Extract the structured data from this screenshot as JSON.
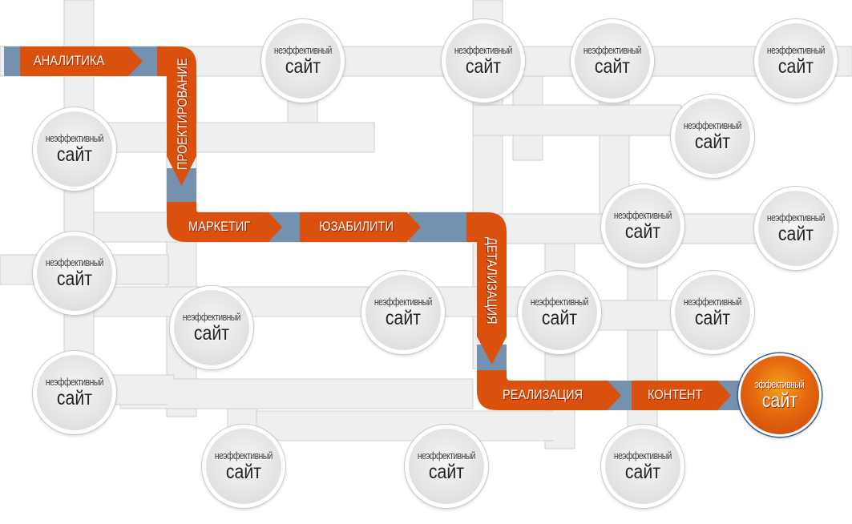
{
  "colors": {
    "path_orange": "#d9510c",
    "path_blue": "#7591b0",
    "road_gray": "#efefef",
    "goal_orange": "#e5680f"
  },
  "path_steps": [
    {
      "label": "АНАЛИТИКА"
    },
    {
      "label": "ПРОЕКТИРОВАНИЕ"
    },
    {
      "label": "МАРКЕТИГ"
    },
    {
      "label": "ЮЗАБИЛИТИ"
    },
    {
      "label": "ДЕТАЛИЗАЦИЯ"
    },
    {
      "label": "РЕАЛИЗАЦИЯ"
    },
    {
      "label": "КОНТЕНТ"
    }
  ],
  "goal": {
    "top": "эффективный",
    "bottom": "сайт"
  },
  "nodes": [
    {
      "top": "неэффективный",
      "bottom": "сайт"
    },
    {
      "top": "неэффективный",
      "bottom": "сайт"
    },
    {
      "top": "неэффективный",
      "bottom": "сайт"
    },
    {
      "top": "неэффективный",
      "bottom": "сайт"
    },
    {
      "top": "неэффективный",
      "bottom": "сайт"
    },
    {
      "top": "неэффективный",
      "bottom": "сайт"
    },
    {
      "top": "неэффективный",
      "bottom": "сайт"
    },
    {
      "top": "неэффективный",
      "bottom": "сайт"
    },
    {
      "top": "неэффективный",
      "bottom": "сайт"
    },
    {
      "top": "неэффективный",
      "bottom": "сайт"
    },
    {
      "top": "неэффективный",
      "bottom": "сайт"
    },
    {
      "top": "неэффективный",
      "bottom": "сайт"
    },
    {
      "top": "неэффективный",
      "bottom": "сайт"
    },
    {
      "top": "неэффективный",
      "bottom": "сайт"
    },
    {
      "top": "неэффективный",
      "bottom": "сайт"
    },
    {
      "top": "неэффективный",
      "bottom": "сайт"
    },
    {
      "top": "неэффективный",
      "bottom": "сайт"
    }
  ]
}
